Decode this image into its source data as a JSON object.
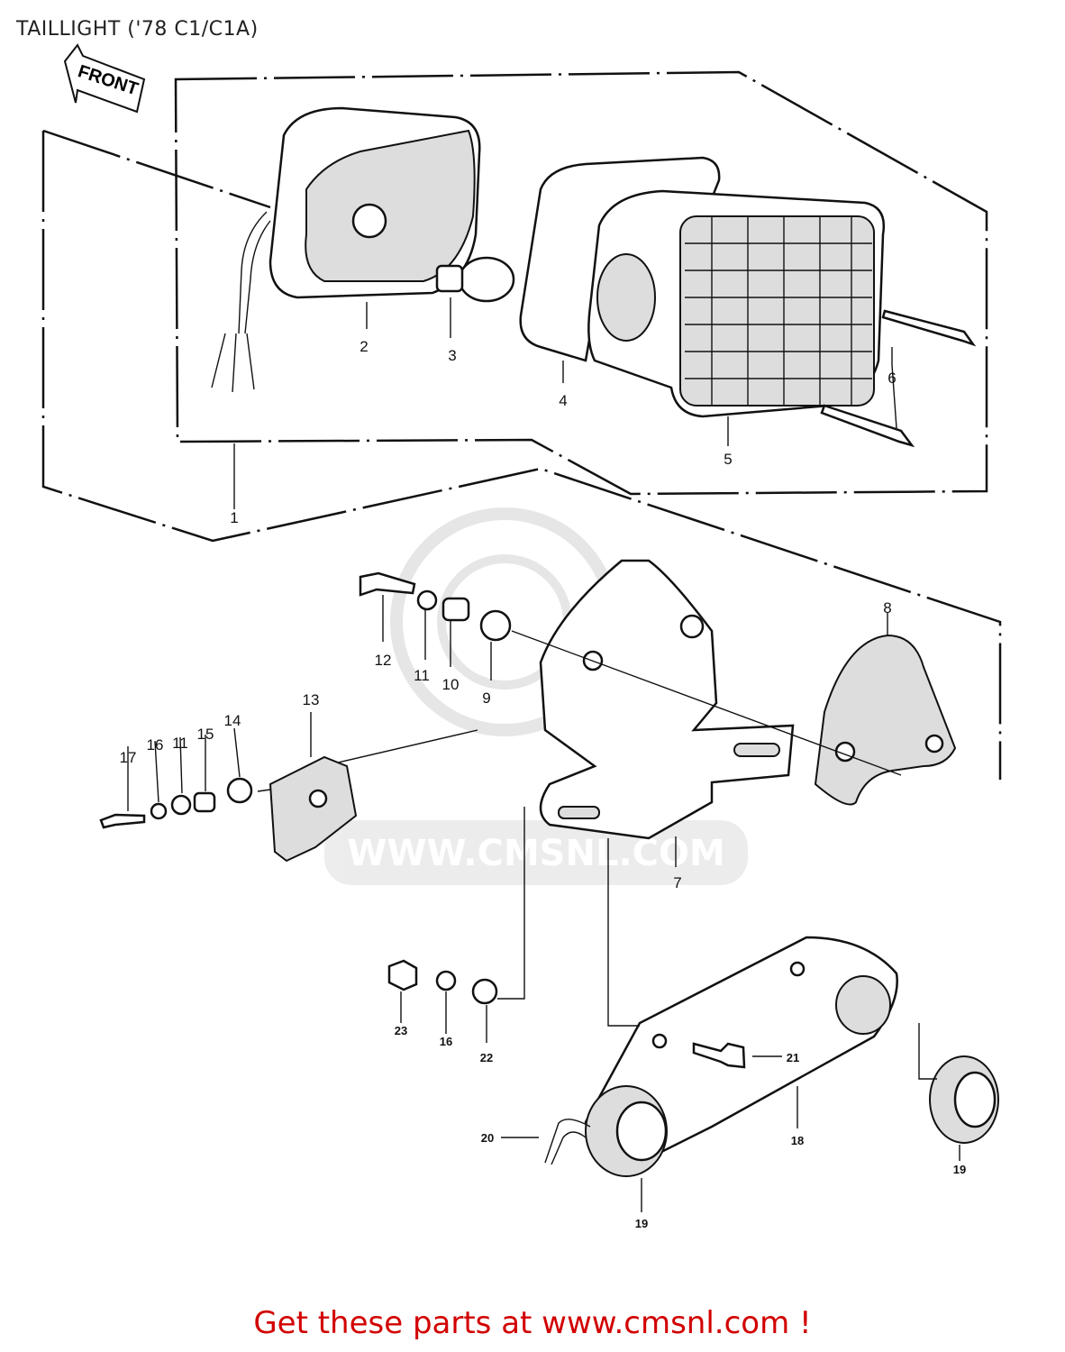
{
  "title": "TAILLIGHT ('78 C1/C1A)",
  "front_label": "FRONT",
  "watermark": "WWW.CMSNL.COM",
  "footer": "Get these parts at www.cmsnl.com !",
  "callouts": [
    "1",
    "2",
    "3",
    "4",
    "5",
    "6",
    "7",
    "8",
    "9",
    "10",
    "11",
    "12",
    "13",
    "14",
    "15",
    "16",
    "11",
    "17",
    "23",
    "16",
    "22",
    "21",
    "20",
    "18",
    "19",
    "19"
  ]
}
